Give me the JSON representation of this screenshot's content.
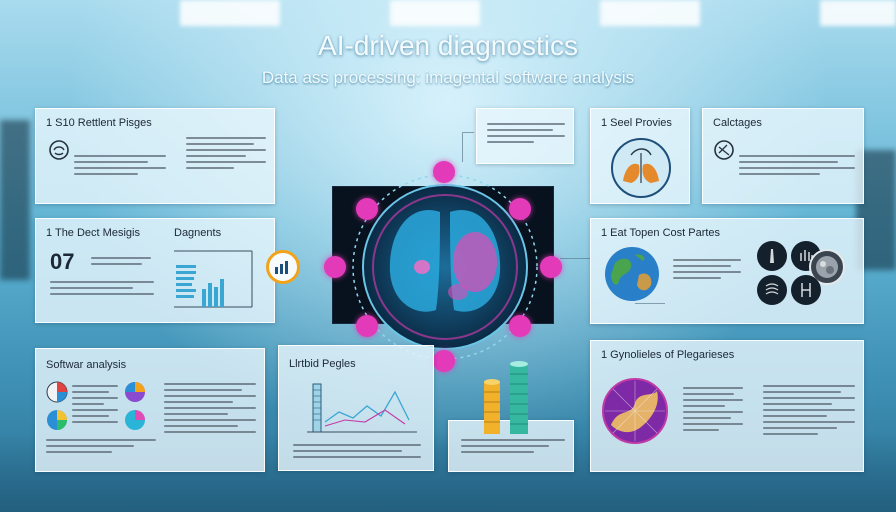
{
  "header": {
    "title": "AI-driven diagnostics",
    "subtitle": "Data ass processing: imagental software analysis"
  },
  "panels": {
    "top_left": {
      "title": "1 S10 Rettlent Pisges"
    },
    "mid_left": {
      "title": "1 The Dect Mesigis",
      "value": "07",
      "sub_title": "Dagnents"
    },
    "bottom_left": {
      "title": "Softwar analysis"
    },
    "bottom_center": {
      "title": "Llrtbid Pegles"
    },
    "top_right_a": {
      "title": "1 Seel Provies"
    },
    "top_right_b": {
      "title": "Calctages"
    },
    "mid_right": {
      "title": "1 Eat Topen Cost Partes"
    },
    "bottom_right": {
      "title": "1 Gynolieles of Plegarieses"
    }
  },
  "colors": {
    "accent": "#e23ab8",
    "teal": "#2a8fb0",
    "scan_blue": "#25b7e8",
    "panel_bg": "#e8f6fc"
  },
  "icons": [
    "brain-icon",
    "organ-icon",
    "chart-icon",
    "globe-icon",
    "bar-chart-icon",
    "pie-icon",
    "cylinder-icon"
  ]
}
